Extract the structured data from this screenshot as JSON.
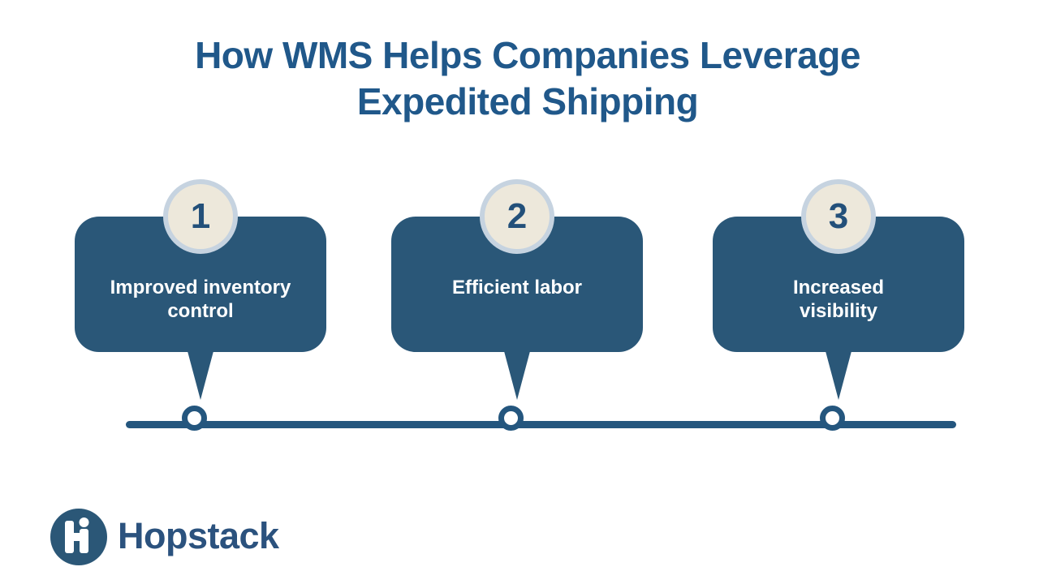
{
  "title": "How WMS Helps Companies Leverage Expedited Shipping",
  "steps": [
    {
      "number": "1",
      "label": "Improved inventory\ncontrol"
    },
    {
      "number": "2",
      "label": "Efficient labor"
    },
    {
      "number": "3",
      "label": "Increased\nvisibility"
    }
  ],
  "brand": {
    "name": "Hopstack",
    "monogram_icon": "hopstack-hi-monogram-icon"
  },
  "colors": {
    "background": "#FFFFFF",
    "title_text": "#20588A",
    "card_background": "#2A5778",
    "card_text": "#FFFFFF",
    "badge_fill": "#EDE8DB",
    "badge_ring": "#C6D3E0",
    "badge_number": "#23507A",
    "timeline": "#24567E",
    "timeline_node_fill": "#FFFFFF",
    "logo_circle": "#2B5777",
    "logo_text": "#2B527E"
  }
}
